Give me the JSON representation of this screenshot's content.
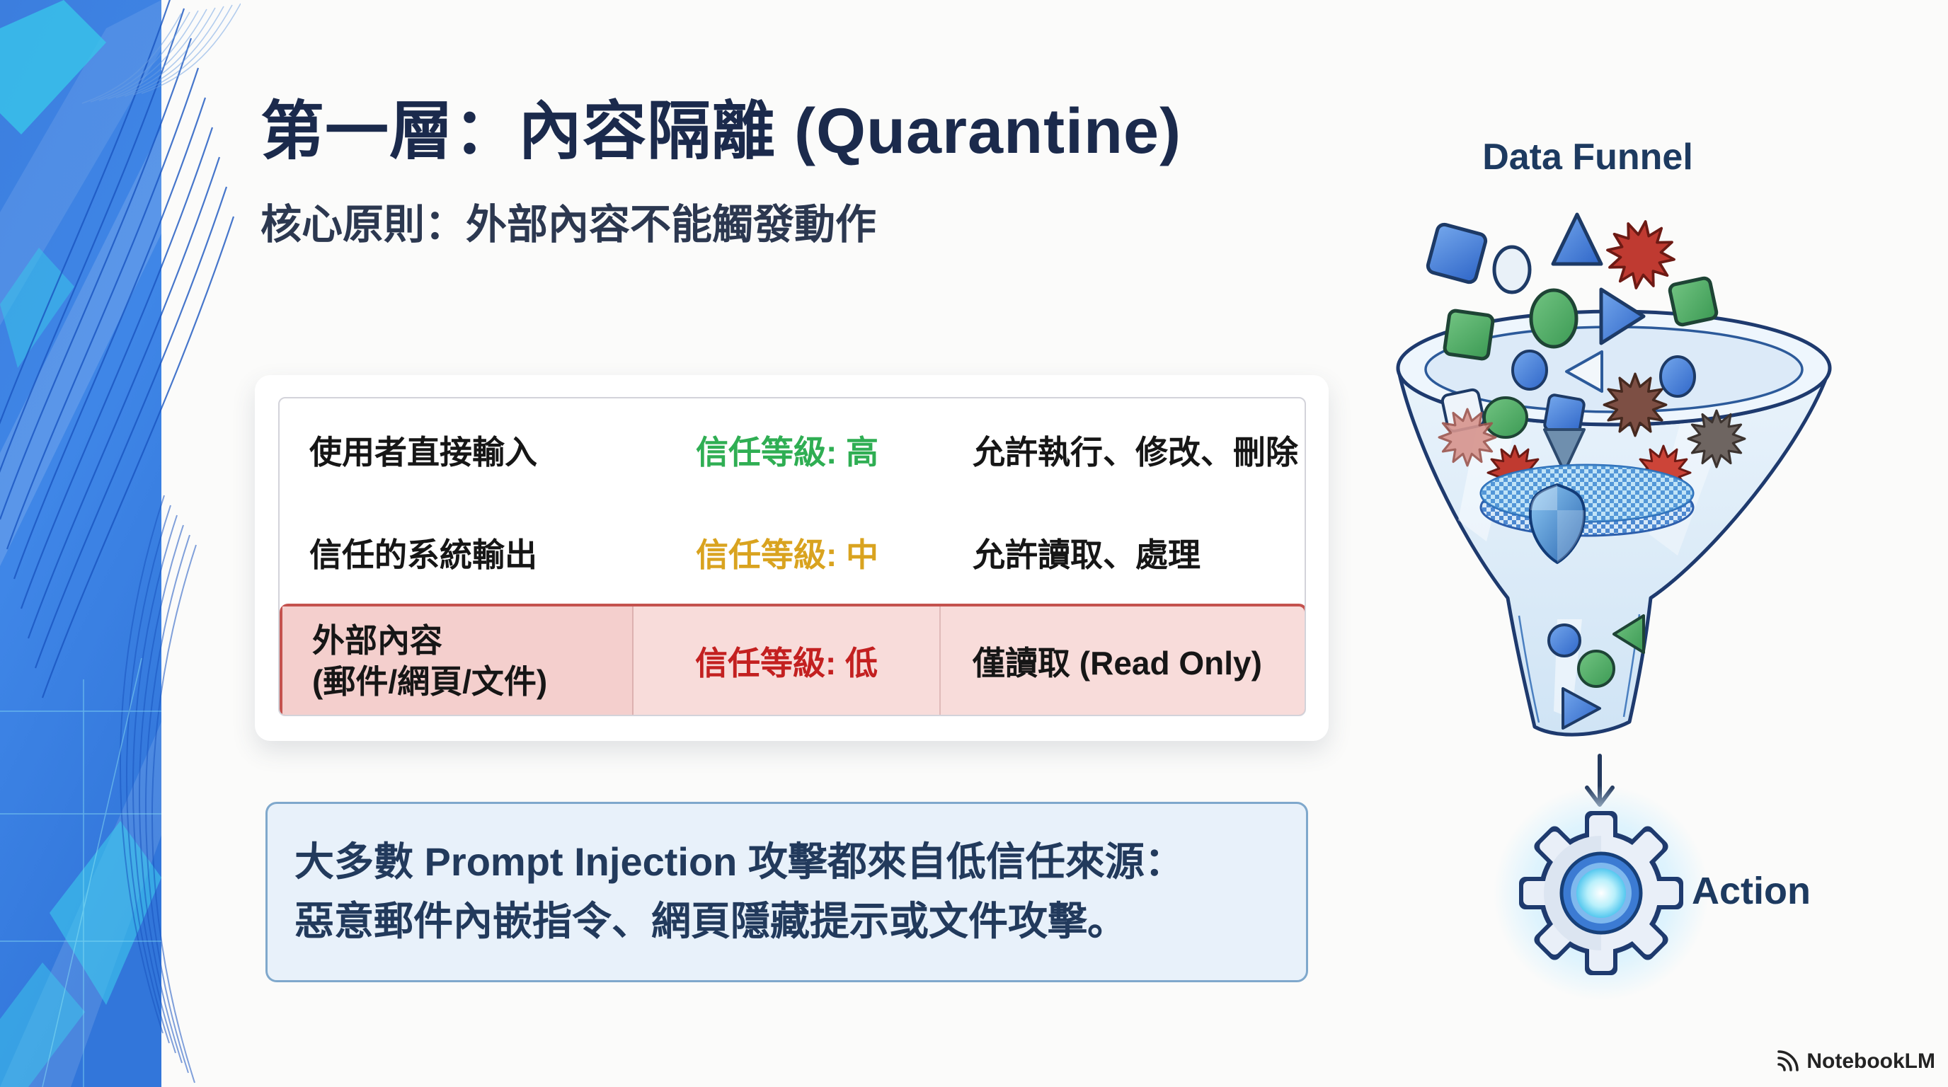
{
  "slide": {
    "title": "第一層：內容隔離 (Quarantine)",
    "subtitle": "核心原則：外部內容不能觸發動作",
    "table": {
      "rows": [
        {
          "source": "使用者直接輸入",
          "source_note": "",
          "trust": "信任等級: 高",
          "trust_color": "#2fae53",
          "permission": "允許執行、修改、刪除"
        },
        {
          "source": "信任的系統輸出",
          "source_note": "",
          "trust": "信任等級: 中",
          "trust_color": "#d9a31f",
          "permission": "允許讀取、處理"
        },
        {
          "source": "外部內容",
          "source_note": "(郵件/網頁/文件)",
          "trust": "信任等級: 低",
          "trust_color": "#c32020",
          "permission": "僅讀取 (Read Only)"
        }
      ]
    },
    "note": {
      "line1": "大多數 Prompt Injection 攻擊都來自低信任來源：",
      "line2": "惡意郵件內嵌指令、網頁隱藏提示或文件攻擊。"
    },
    "funnel": {
      "title": "Data Funnel",
      "action_label": "Action"
    },
    "footer": {
      "brand": "NotebookLM"
    },
    "colors": {
      "title_navy": "#1b2a4c",
      "trust_high_green": "#2fae53",
      "trust_medium_amber": "#d9a31f",
      "trust_low_red": "#c32020",
      "low_row_bg": "#f8dcda",
      "low_row_border": "#c4524e",
      "note_bg": "#e8f1fa",
      "note_border": "#7fa8cc",
      "band_blue": "#3f86e7",
      "band_cyan": "#38c4ea"
    }
  }
}
